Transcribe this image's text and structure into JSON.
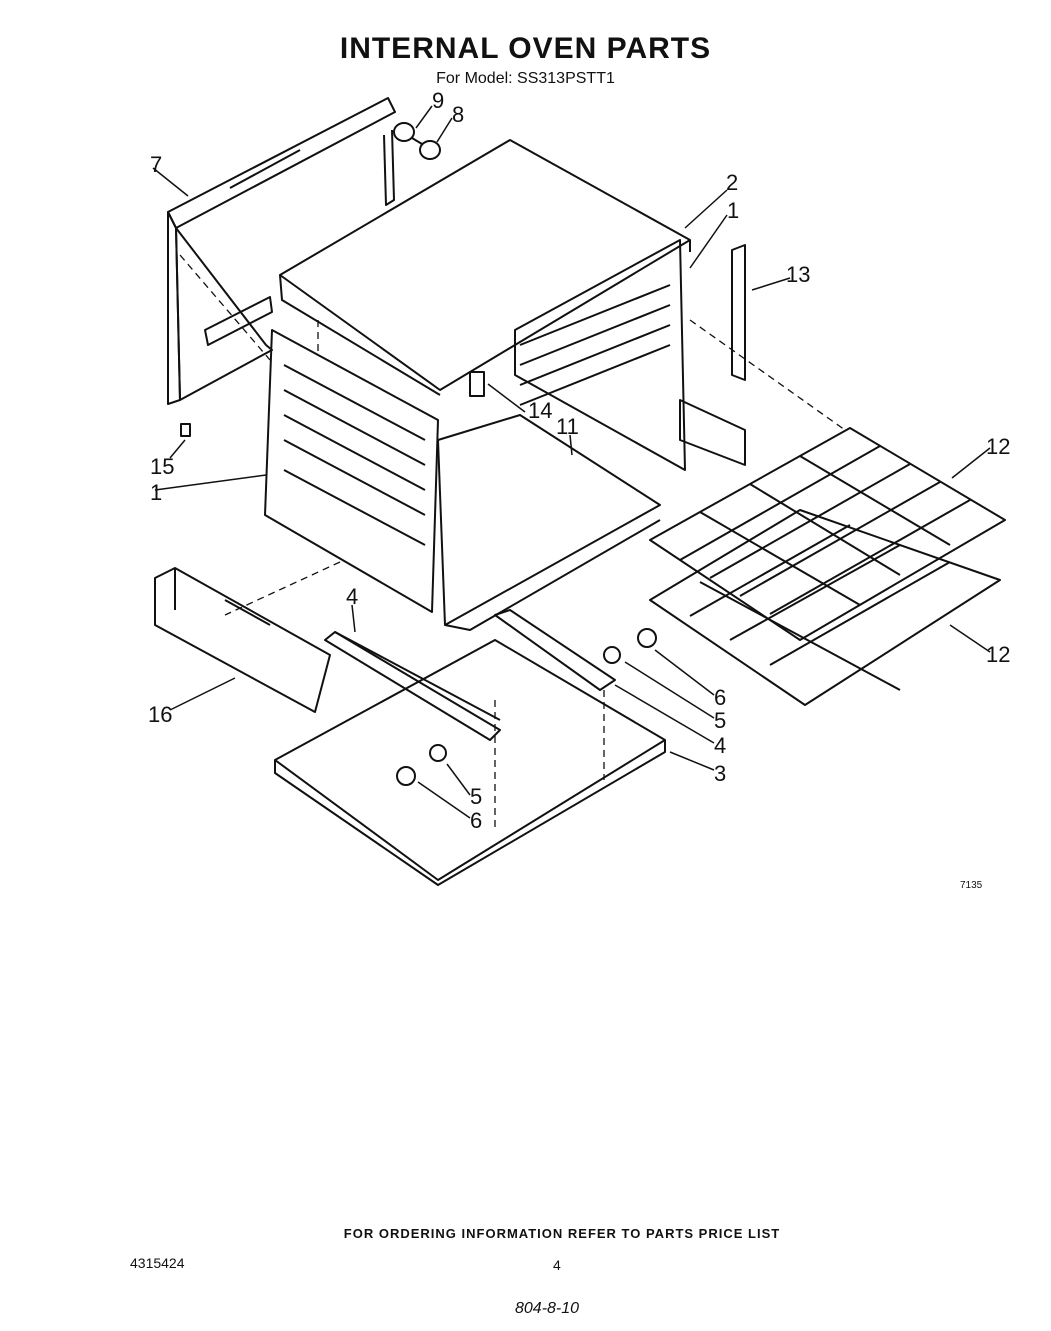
{
  "title": "INTERNAL OVEN PARTS",
  "subtitle": "For Model: SS313PSTT1",
  "callouts": {
    "c1a": "1",
    "c1b": "1",
    "c2": "2",
    "c3": "3",
    "c4a": "4",
    "c4b": "4",
    "c5a": "5",
    "c5b": "5",
    "c6a": "6",
    "c6b": "6",
    "c7": "7",
    "c8": "8",
    "c9": "9",
    "c11": "11",
    "c12a": "12",
    "c12b": "12",
    "c13": "13",
    "c14": "14",
    "c15": "15",
    "c16": "16"
  },
  "diagram_code": "7135",
  "footer": "FOR ORDERING INFORMATION REFER TO PARTS PRICE LIST",
  "doc_number": "4315424",
  "page_number": "4",
  "handwritten_note": "804-8-10"
}
